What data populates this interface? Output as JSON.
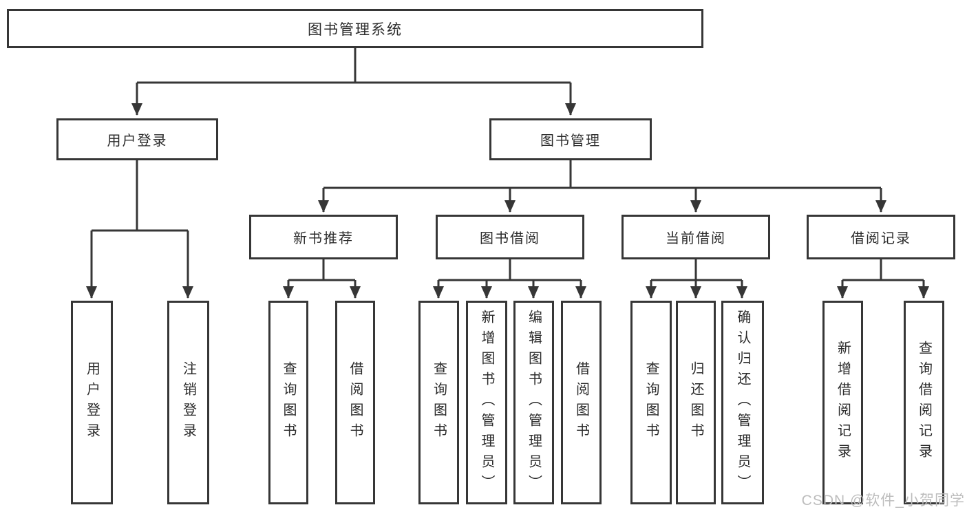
{
  "tree": {
    "root": {
      "label": "图书管理系统"
    },
    "branches": [
      {
        "label": "用户登录",
        "children": [
          {
            "label": "用户登录"
          },
          {
            "label": "注销登录"
          }
        ]
      },
      {
        "label": "图书管理",
        "children": [
          {
            "label": "新书推荐",
            "children": [
              {
                "label": "查询图书"
              },
              {
                "label": "借阅图书"
              }
            ]
          },
          {
            "label": "图书借阅",
            "children": [
              {
                "label": "查询图书"
              },
              {
                "label": "新增图书（管理员）"
              },
              {
                "label": "编辑图书（管理员）"
              },
              {
                "label": "借阅图书"
              }
            ]
          },
          {
            "label": "当前借阅",
            "children": [
              {
                "label": "查询图书"
              },
              {
                "label": "归还图书"
              },
              {
                "label": "确认归还（管理员）"
              }
            ]
          },
          {
            "label": "借阅记录",
            "children": [
              {
                "label": "新增借阅记录"
              },
              {
                "label": "查询借阅记录"
              }
            ]
          }
        ]
      }
    ]
  },
  "watermark": "CSDN @软件_小贺同学",
  "colors": {
    "line": "#363636",
    "text": "#2b2b2b",
    "watermark": "#bdbdbd",
    "background": "#ffffff"
  }
}
